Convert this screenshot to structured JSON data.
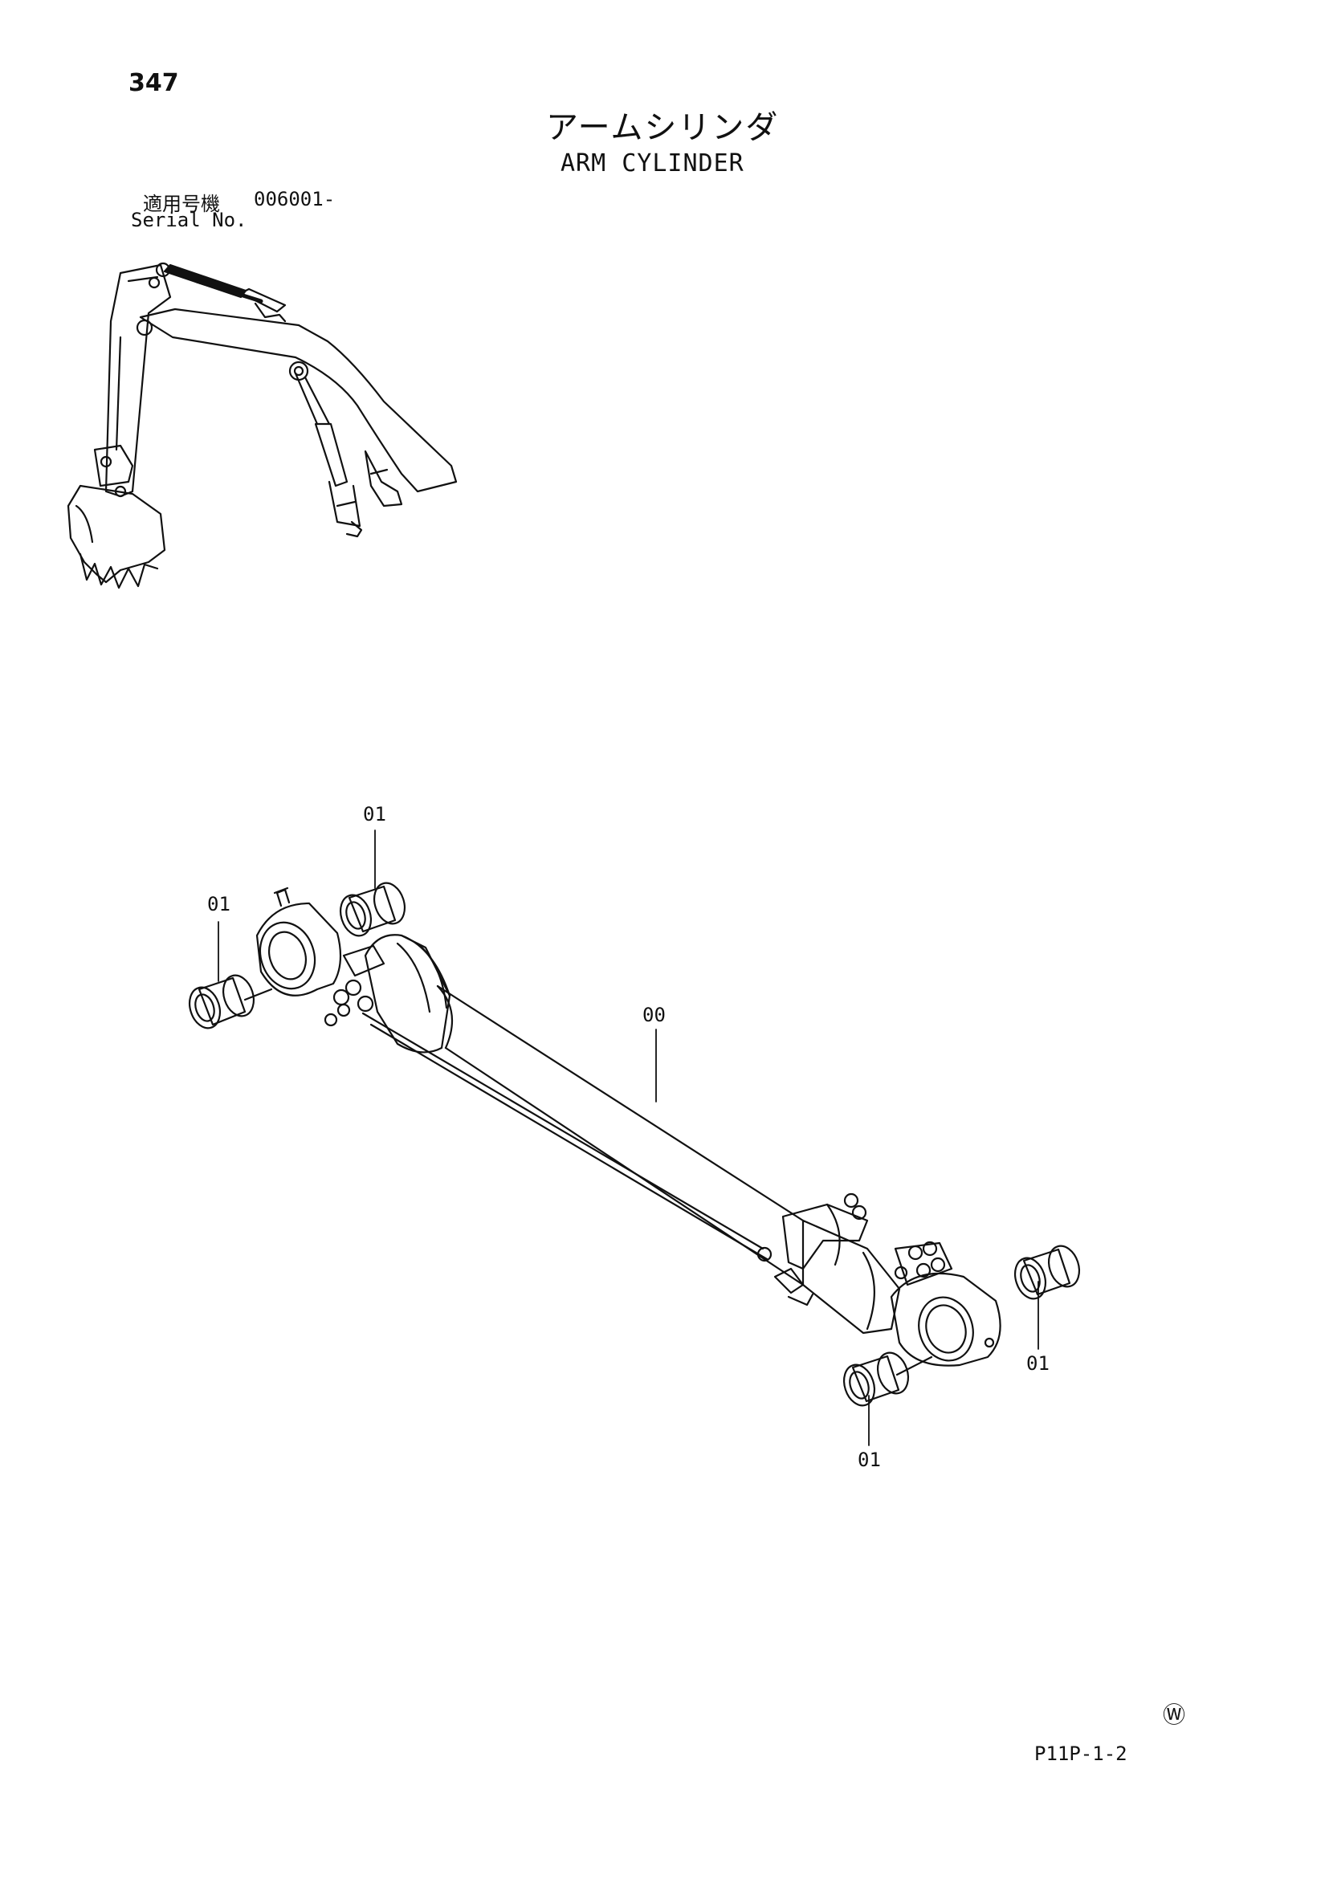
{
  "header": {
    "page_number": "347",
    "title_jp": "アームシリンダ",
    "title_en": "ARM CYLINDER"
  },
  "serial": {
    "label_jp": "適用号機",
    "from": "006001-",
    "label_en": "Serial No."
  },
  "callouts": {
    "item_00": "00",
    "item_01_top": "01",
    "item_01_left": "01",
    "item_01_right": "01",
    "item_01_bottom": "01"
  },
  "footer": {
    "copyright_mark": "Ⓦ",
    "page_code": "P11P-1-2"
  },
  "colors": {
    "ink": "#111111",
    "paper": "#ffffff"
  }
}
